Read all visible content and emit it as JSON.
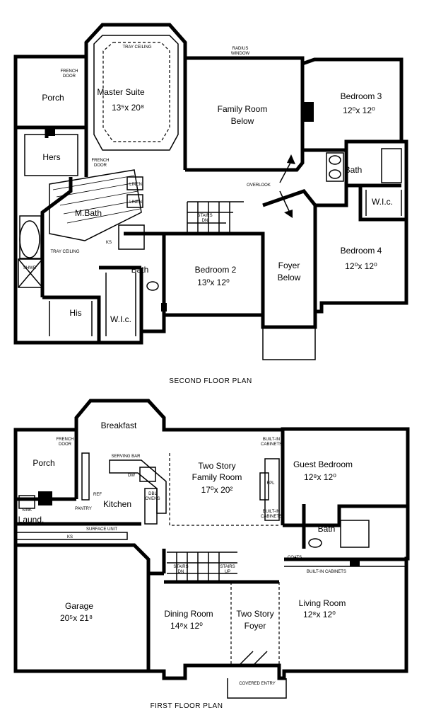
{
  "second_floor": {
    "title": "SECOND FLOOR PLAN",
    "rooms": {
      "master_name": "Master Suite",
      "master_dim": "13⁵x 20⁸",
      "porch": "Porch",
      "hers": "Hers",
      "mbath": "M.Bath",
      "his": "His",
      "wic1": "W.I.c.",
      "bath1": "Bath",
      "family_below_1": "Family Room",
      "family_below_2": "Below",
      "bed2_name": "Bedroom 2",
      "bed2_dim": "13⁰x 12⁰",
      "foyer_below_1": "Foyer",
      "foyer_below_2": "Below",
      "bed3_name": "Bedroom 3",
      "bed3_dim": "12⁰x 12⁰",
      "bath2": "Bath",
      "wic2": "W.I.c.",
      "bed4_name": "Bedroom 4",
      "bed4_dim": "12⁰x 12⁰"
    },
    "notes": {
      "tray_ceiling_top": "TRAY CEILING",
      "radius_window_1": "RADIUS",
      "radius_window_2": "WINDOW",
      "french_door_1a": "FRENCH",
      "french_door_1b": "DOOR",
      "french_door_2a": "FRENCH",
      "french_door_2b": "DOOR",
      "linen_1": "LINEN",
      "linen_2": "LINEN",
      "overlook": "OVERLOOK",
      "stairs_dn": "STAIRS",
      "stairs_dn2": "DN",
      "tray_ceiling_bottom": "TRAY CEILING",
      "ks": "KS",
      "shwr": "SHWR"
    }
  },
  "first_floor": {
    "title": "FIRST FLOOR PLAN",
    "rooms": {
      "breakfast": "Breakfast",
      "porch": "Porch",
      "kitchen": "Kitchen",
      "laund": "Laund.",
      "family_1": "Two Story",
      "family_2": "Family Room",
      "family_dim": "17⁰x 20²",
      "guest_name": "Guest Bedroom",
      "guest_dim": "12⁸x 12⁰",
      "bath": "Bath",
      "garage_name": "Garage",
      "garage_dim": "20⁵x 21⁸",
      "dining_name": "Dining Room",
      "dining_dim": "14⁸x 12⁰",
      "foyer_1": "Two Story",
      "foyer_2": "Foyer",
      "living_name": "Living Room",
      "living_dim": "12⁸x 12⁰"
    },
    "notes": {
      "french_door_a": "FRENCH",
      "french_door_b": "DOOR",
      "serving_bar": "SERVING BAR",
      "dw": "DW",
      "ref": "REF",
      "pantry": "PANTRY",
      "dbl_ovens_1": "DBL",
      "dbl_ovens_2": "OVENS",
      "built_in_cab_1a": "BUILT-IN",
      "built_in_cab_1b": "CABINETS",
      "built_in_cab_2a": "BUILT-IN",
      "built_in_cab_2b": "CABINETS",
      "fpl": "FPL",
      "sink": "SINK",
      "surface_unit": "SURFACE UNIT",
      "ks": "KS",
      "stairs_dn_1": "STAIRS",
      "stairs_dn_2": "DN",
      "stairs_up_1": "STAIRS",
      "stairs_up_2": "UP",
      "coats": "COATS",
      "built_in_cab_3": "BUILT-IN CABINETS",
      "covered_entry": "COVERED ENTRY"
    }
  }
}
